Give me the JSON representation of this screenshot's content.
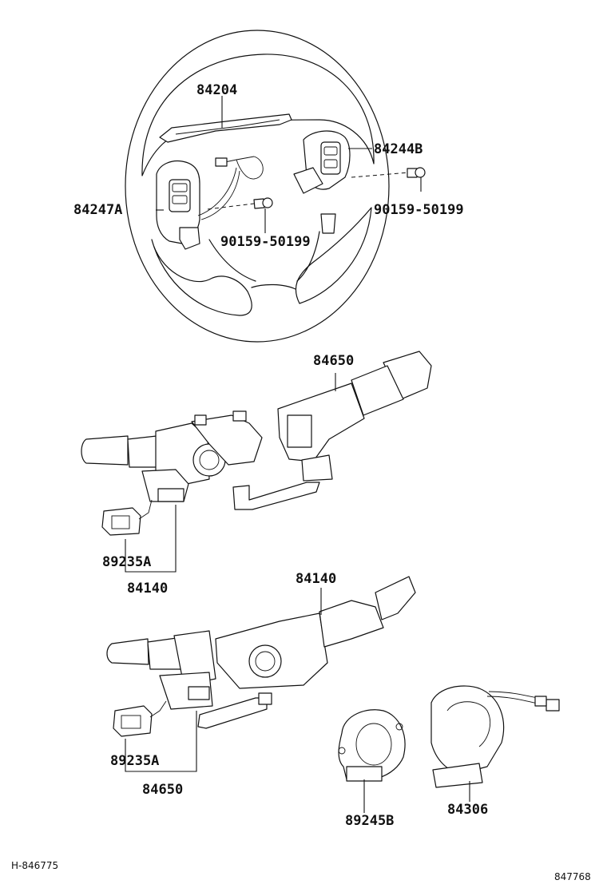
{
  "labels": {
    "p84204": "84204",
    "p84244B": "84244B",
    "p84247A": "84247A",
    "p90159_a": "90159-50199",
    "p90159_b": "90159-50199",
    "p84650_top": "84650",
    "p89235A_top": "89235A",
    "p84140_left": "84140",
    "p84140_mid": "84140",
    "p89235A_bot": "89235A",
    "p84650_bot": "84650",
    "p89245B": "89245B",
    "p84306": "84306"
  },
  "footer": {
    "left_code": "H-846775",
    "right_code": "847768"
  }
}
